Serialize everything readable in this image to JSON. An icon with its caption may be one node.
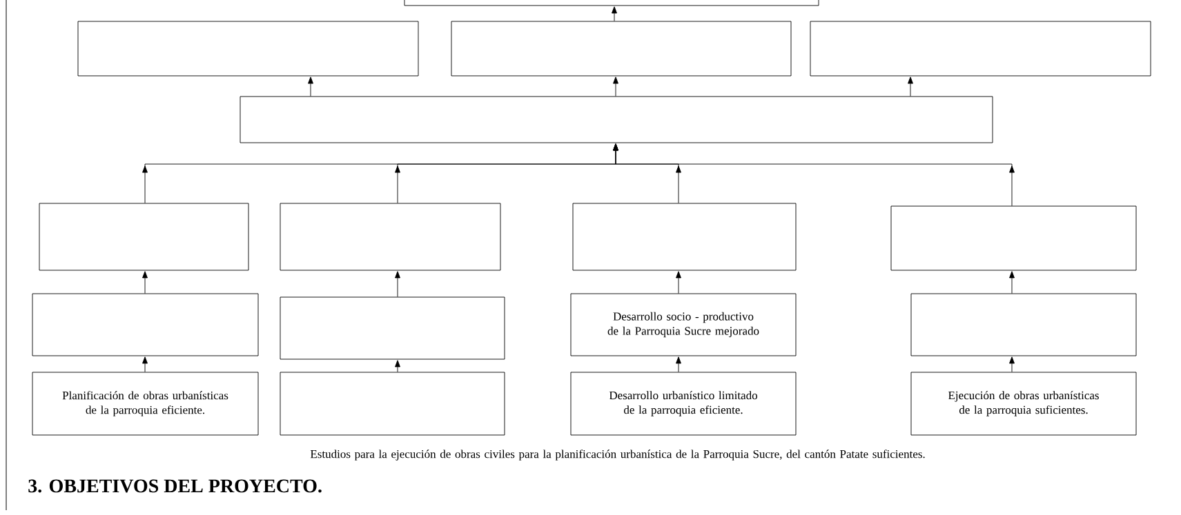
{
  "diagram": {
    "title": "3.  OBJETIVOS DEL PROYECTO.",
    "nodes": [
      {
        "text": [],
        "shape": "box"
      },
      {
        "text": [],
        "shape": "box"
      },
      {
        "text": [],
        "shape": "box"
      },
      {
        "text": [],
        "shape": "box"
      },
      {
        "text": [],
        "shape": "box"
      },
      {
        "text": [],
        "shape": "box"
      },
      {
        "text": [],
        "shape": "box"
      },
      {
        "text": [],
        "shape": "box"
      },
      {
        "text": [],
        "shape": "box"
      },
      {
        "text": [],
        "shape": "box"
      },
      {
        "text": [],
        "shape": "box"
      },
      {
        "text": [
          "Desarrollo socio - productivo de la Parroquia Sucre mejorado"
        ]
      },
      {
        "text": [],
        "shape": "box"
      },
      {
        "text": [
          "Planificación de obras urbanísticas de la parroquia eficiente."
        ]
      },
      {
        "text": [],
        "shape": "box"
      },
      {
        "text": [
          "Desarrollo urbanístico limitado de la parroquia eficiente."
        ]
      },
      {
        "text": [
          "Ejecución de obras urbanísticas de la parroquia suficientes."
        ]
      }
    ],
    "edges": [
      {
        "from": 2,
        "to": 0,
        "arrow": "to"
      },
      {
        "from": 4,
        "to": 1,
        "arrow": "to"
      },
      {
        "from": 4,
        "to": 2,
        "arrow": "to"
      },
      {
        "from": 4,
        "to": 3,
        "arrow": "to"
      },
      {
        "from": 5,
        "to": 4,
        "arrow": "to"
      },
      {
        "from": 6,
        "to": 4,
        "arrow": "to"
      },
      {
        "from": 7,
        "to": 4,
        "arrow": "to"
      },
      {
        "from": 8,
        "to": 4,
        "arrow": "to"
      },
      {
        "from": 9,
        "to": 5,
        "arrow": "to"
      },
      {
        "from": 10,
        "to": 6,
        "arrow": "to"
      },
      {
        "from": 11,
        "to": 7,
        "arrow": "to"
      },
      {
        "from": 12,
        "to": 8,
        "arrow": "to"
      },
      {
        "from": 13,
        "to": 9,
        "arrow": "to"
      },
      {
        "from": 14,
        "to": 10,
        "arrow": "to"
      },
      {
        "from": 15,
        "to": 11,
        "arrow": "to"
      },
      {
        "from": 16,
        "to": 12,
        "arrow": "to"
      }
    ],
    "labels": [
      "Estudios para la ejecución de obras civiles para la planificación urbanística de la Parroquia Sucre, del cantón Patate suficientes."
    ]
  }
}
